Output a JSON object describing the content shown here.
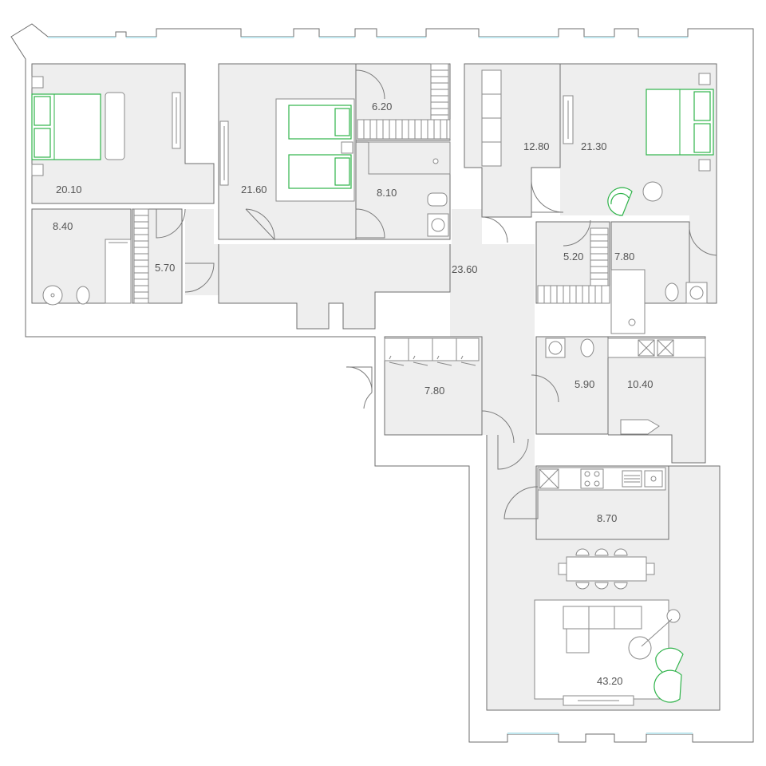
{
  "plan": {
    "colors": {
      "floor": "#eeeeee",
      "wall": "#6e6e6e",
      "accent": "#2fb34a",
      "window": "#bfe6ee"
    },
    "rooms": [
      {
        "id": "bedroom-1",
        "area": "20.10"
      },
      {
        "id": "bathroom-1",
        "area": "8.40"
      },
      {
        "id": "closet-1",
        "area": "5.70"
      },
      {
        "id": "bedroom-2",
        "area": "21.60"
      },
      {
        "id": "dressing-1",
        "area": "6.20"
      },
      {
        "id": "bathroom-2",
        "area": "8.10"
      },
      {
        "id": "hall",
        "area": "23.60"
      },
      {
        "id": "study",
        "area": "12.80"
      },
      {
        "id": "bedroom-3",
        "area": "21.30"
      },
      {
        "id": "dressing-2",
        "area": "5.20"
      },
      {
        "id": "bathroom-3",
        "area": "7.80"
      },
      {
        "id": "entrance",
        "area": "7.80"
      },
      {
        "id": "wc",
        "area": "5.90"
      },
      {
        "id": "laundry",
        "area": "10.40"
      },
      {
        "id": "kitchen",
        "area": "8.70"
      },
      {
        "id": "living-room",
        "area": "43.20"
      }
    ]
  }
}
